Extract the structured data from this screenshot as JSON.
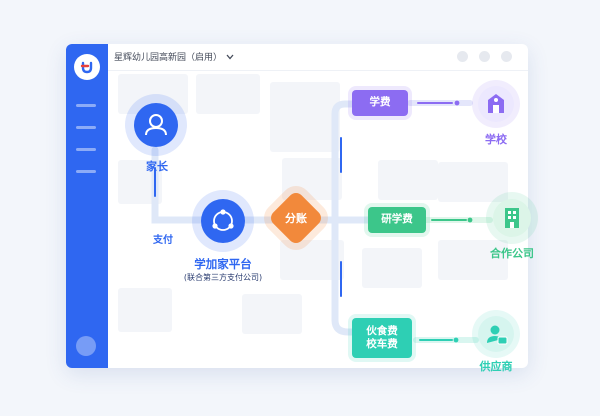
{
  "window": {
    "school_name": "星辉幼儿园高新园（启用）"
  },
  "flow": {
    "parent_label": "家长",
    "pay_label": "支付",
    "platform_label": "学加家平台",
    "platform_sublabel": "(联合第三方支付公司)",
    "split_label": "分账",
    "tuition_label": "学费",
    "study_tour_label": "研学费",
    "meal_fee_label": "伙食费",
    "bus_fee_label": "校车费",
    "school_label": "学校",
    "partner_label": "合作公司",
    "supplier_label": "供应商"
  },
  "colors": {
    "brand_blue": "#2f67f1",
    "purple": "#8c6cf2",
    "green": "#3cc68a",
    "teal": "#2ecfb4",
    "orange": "#f2893b"
  },
  "icons": {
    "logo": "app-logo-icon",
    "parent": "person-icon",
    "platform": "share-network-icon",
    "school": "school-building-icon",
    "partner": "office-building-icon",
    "supplier": "user-badge-icon"
  }
}
